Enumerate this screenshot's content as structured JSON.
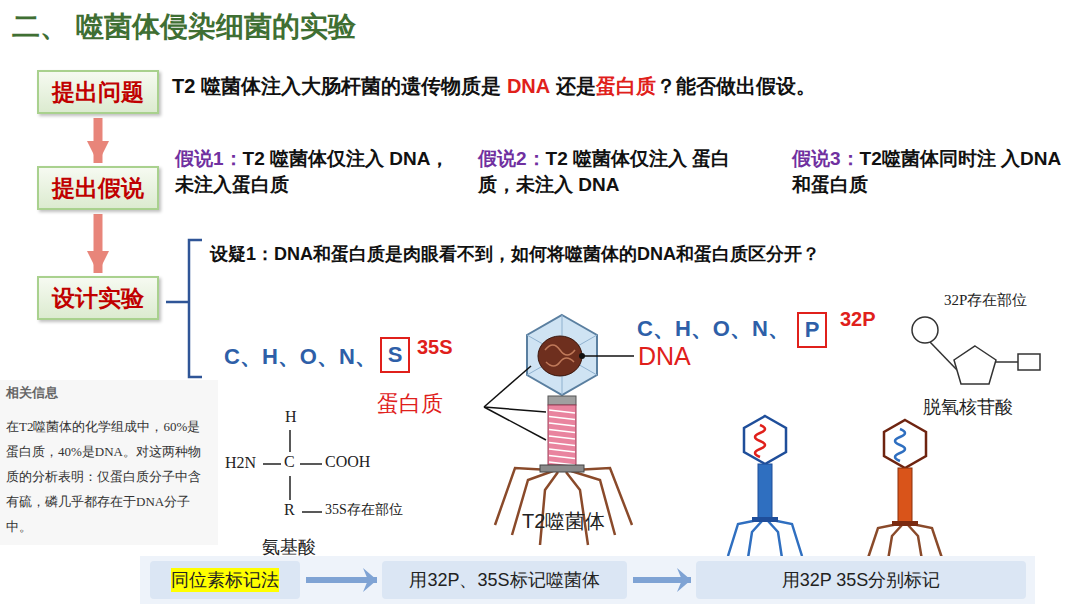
{
  "diagram": {
    "title": "二、 噬菌体侵染细菌的实验",
    "nodes": [
      {
        "text": [
          "提出问题"
        ]
      },
      {
        "text": [
          "提出假说"
        ]
      },
      {
        "text": [
          "设计实验"
        ]
      },
      {
        "text": [
          "S"
        ]
      },
      {
        "text": [
          "P"
        ]
      },
      {
        "text": [
          "同位素标记法"
        ]
      },
      {
        "text": [
          "用32P、35S标记噬菌体"
        ]
      },
      {
        "text": [
          "用32P 35S分别标记"
        ]
      }
    ],
    "edges": [
      {
        "from": 0,
        "to": 1,
        "arrow": "to"
      },
      {
        "from": 1,
        "to": 2,
        "arrow": "to"
      },
      {
        "from": 5,
        "to": 6,
        "arrow": "to"
      },
      {
        "from": 6,
        "to": 7,
        "arrow": "to"
      }
    ],
    "labels": [
      "T2 噬菌体注入大肠杆菌的遗传物质是",
      "DNA",
      "还是",
      "蛋白质",
      "？能否做出假设。",
      "假说1：",
      "T2 噬菌体仅注入 DNA，未注入蛋白质",
      "假说2：",
      "T2 噬菌体仅注入 蛋白质，未注入 DNA",
      "假说3：",
      "T2噬菌体同时注 入DNA和蛋白质",
      "设疑1：DNA和蛋白质是肉眼看不到，如何将噬菌体的DNA和蛋白质区分开？",
      "C、H、O、N、",
      "35S",
      "C、H、O、N、",
      "32P",
      "32P存在部位",
      "DNA",
      "蛋白质",
      "脱氧核苷酸",
      "相关信息",
      "在T2噬菌体的化学组成中，60%是蛋白质，40%是DNA。对这两种物质的分析表明：仅蛋白质分子中含有硫，磷几乎都存在于DNA分子中。",
      "H",
      "H2N",
      "C",
      "COOH",
      "R",
      "35S存在部位",
      "氨基酸",
      "T2噬菌体"
    ]
  }
}
